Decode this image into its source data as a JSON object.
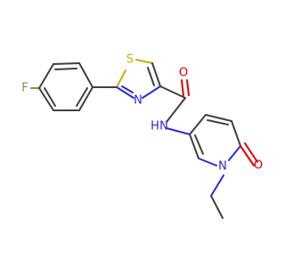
{
  "molecule": {
    "atom_labels": {
      "fluorine": "F",
      "sulfur": "S",
      "thiazole_nitrogen": "N",
      "carbonyl_oxygen": "O",
      "amide_nh": "H",
      "amide_n": "N",
      "pyridone_nitrogen": "N",
      "pyridone_oxygen": "O"
    },
    "colors": {
      "carbon_bond": "#404040",
      "sulfur": "#c9b000",
      "nitrogen": "#2a2ad8",
      "oxygen": "#e00000",
      "fluorine": "#7a9a3a"
    }
  }
}
